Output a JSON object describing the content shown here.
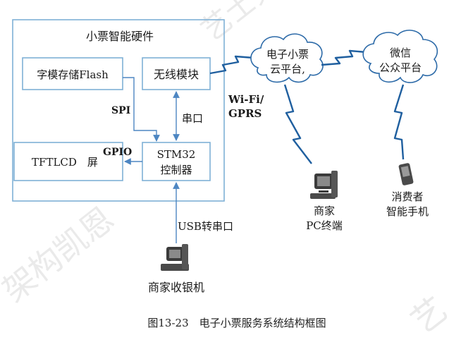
{
  "hardware_group": {
    "title": "小票智能硬件"
  },
  "modules": {
    "flash": "字模存储Flash",
    "wireless": "无线模块",
    "lcd": "TFTLCD　屏",
    "mcu_line1": "STM32",
    "mcu_line2": "控制器"
  },
  "links": {
    "spi": "SPI",
    "serial": "串口",
    "gpio": "GPIO",
    "usb": "USB转串口",
    "wifi_line1": "Wi-Fi/",
    "wifi_line2": "GPRS"
  },
  "clouds": {
    "platform_line1": "电子小票",
    "platform_line2": "云平台,",
    "wechat_line1": "微信",
    "wechat_line2": "公众平台"
  },
  "devices": {
    "pc_line1": "商家",
    "pc_line2": "PC终端",
    "phone_line1": "消费者",
    "phone_line2": "智能手机",
    "cashier": "商家收银机"
  },
  "caption": "图13-23　电子小票服务系统结构框图",
  "watermark": {
    "text_a": "艺士架",
    "text_b": "架构凯恩",
    "text_c": "艺"
  },
  "colors": {
    "box_border": "#7fb0d6",
    "connector": "#4d86c2",
    "bolt": "#1f5f9f"
  }
}
